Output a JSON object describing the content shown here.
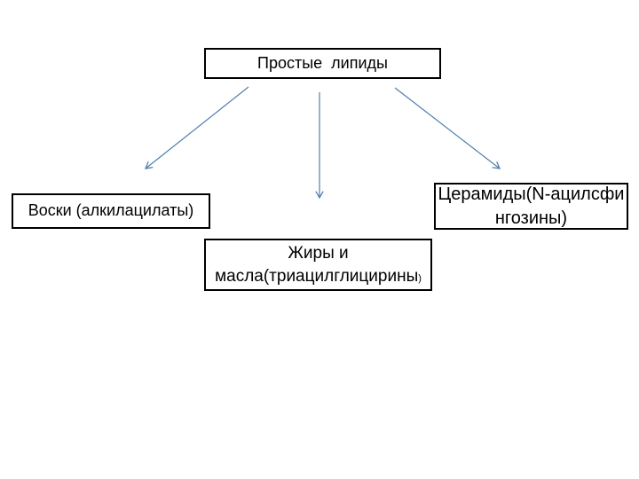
{
  "diagram": {
    "title_node": {
      "label": "Простые  липиды"
    },
    "nodes": {
      "waxes": {
        "label": "Воски (алкилацилаты)"
      },
      "fats": {
        "line1": "Жиры и",
        "line2": "масла(триацилглицирины",
        "line2_paren": ")"
      },
      "ceramides": {
        "line1": "Церамиды(N-ацилсфи",
        "line2": "нгозины)"
      }
    },
    "colors": {
      "arrow": "#4f7fae",
      "box_border": "#000000",
      "background": "#ffffff",
      "text": "#000000"
    }
  }
}
